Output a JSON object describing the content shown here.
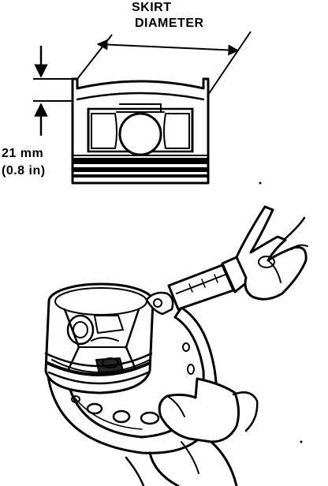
{
  "figure": {
    "skirt_label_line1": "SKIRT",
    "skirt_label_line2": "DIAMETER",
    "dimension_metric": "21 mm",
    "dimension_imperial": "(0.8 in)"
  },
  "colors": {
    "ink": "#000000",
    "paper": "#ffffff"
  },
  "icons": {
    "piston": "piston-icon",
    "micrometer": "micrometer-icon",
    "hand": "hand-icon",
    "arrow": "arrow-icon"
  }
}
